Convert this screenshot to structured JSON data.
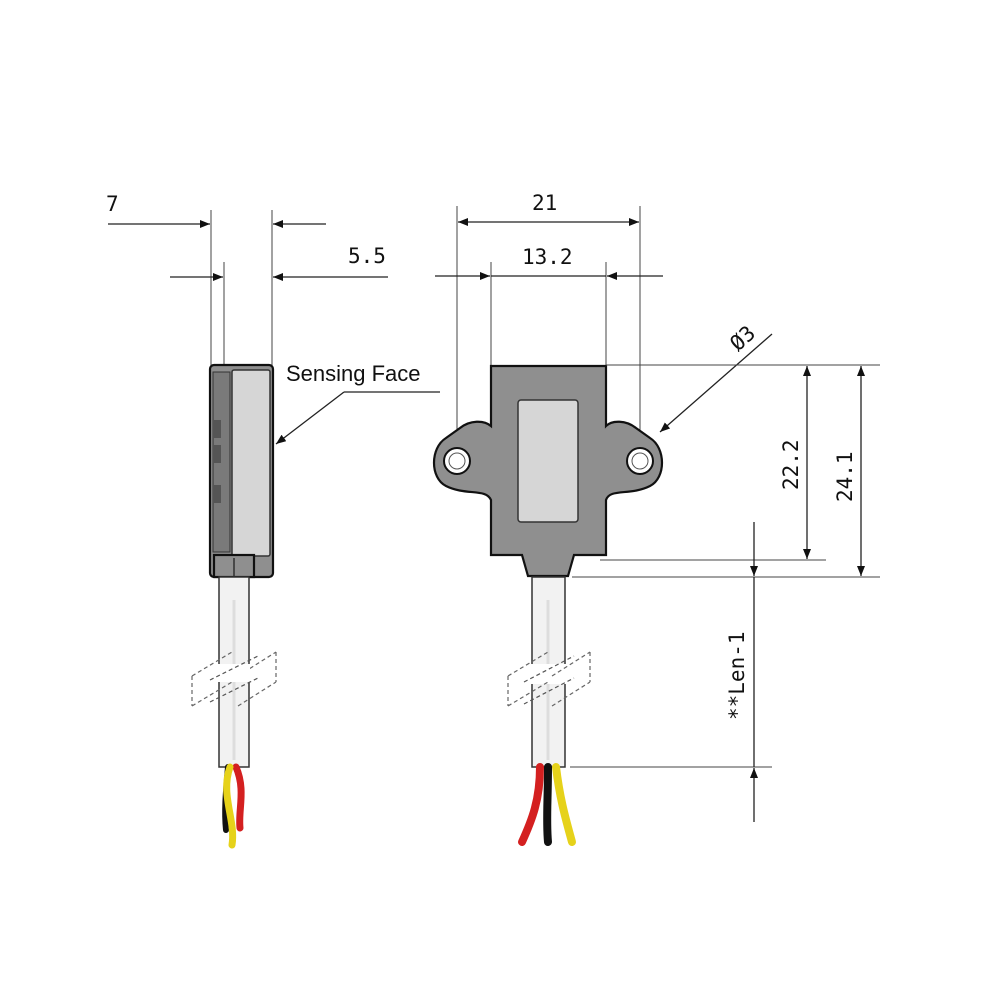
{
  "dimensions": {
    "side_width": "7",
    "side_face": "5.5",
    "front_width": "21",
    "front_hole_spacing": "13.2",
    "hole_diameter": "Ø3",
    "height_inner": "22.2",
    "height_outer": "24.1",
    "cable_length": "**Len-1"
  },
  "labels": {
    "sensing_face": "Sensing Face"
  },
  "colors": {
    "body": "#8f8f8f",
    "body_face": "#d6d6d6",
    "wire_red": "#d42020",
    "wire_yellow": "#e6d21a",
    "wire_black": "#111111"
  }
}
